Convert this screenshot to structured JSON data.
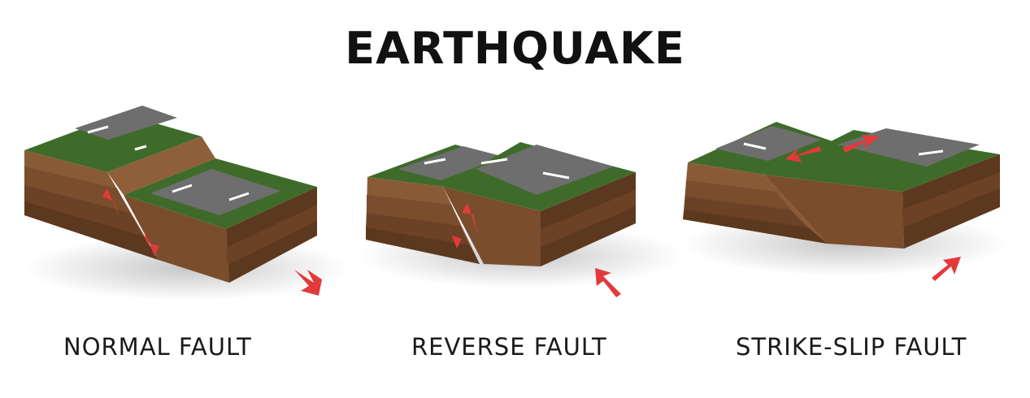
{
  "title": "EARTHQUAKE",
  "panels": [
    {
      "label": "NORMAL FAULT"
    },
    {
      "label": "REVERSE FAULT"
    },
    {
      "label": "STRIKE-SLIP FAULT"
    }
  ],
  "colors": {
    "grass": "#3f6b2a",
    "grass_dark": "#2f5420",
    "road": "#6e6e6e",
    "road_line": "#ffffff",
    "soil_1": "#8a5a36",
    "soil_2": "#7a4d2d",
    "soil_3": "#6b4226",
    "soil_4": "#5c381f",
    "arrow": "#e23a3a"
  }
}
